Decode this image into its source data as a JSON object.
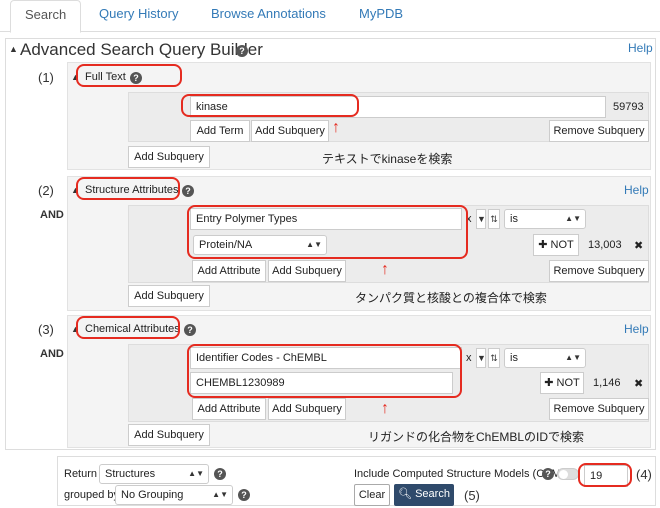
{
  "tabs": [
    "Search",
    "Query History",
    "Browse Annotations",
    "MyPDB"
  ],
  "builder": {
    "title": "Advanced Search Query Builder",
    "help": "Help"
  },
  "groups": [
    {
      "marker": "(1)",
      "title": "Full Text",
      "query_value": "kinase",
      "count": "59793",
      "buttons": [
        "Add Term",
        "Add Subquery",
        "Remove Subquery"
      ],
      "outer_button": "Add Subquery",
      "note": "テキストでkinaseを検索"
    },
    {
      "marker": "(2)",
      "operator": "AND",
      "title": "Structure Attributes",
      "help": "Help",
      "attribute": "Entry Polymer Types",
      "operator_select": "is",
      "value": "Protein/NA",
      "not_label": "NOT",
      "count": "13,003",
      "buttons": [
        "Add Attribute",
        "Add Subquery",
        "Remove Subquery"
      ],
      "outer_button": "Add Subquery",
      "note": "タンパク質と核酸との複合体で検索"
    },
    {
      "marker": "(3)",
      "operator": "AND",
      "title": "Chemical Attributes",
      "help": "Help",
      "attribute": "Identifier Codes - ChEMBL",
      "operator_select": "is",
      "value": "CHEMBL1230989",
      "not_label": "NOT",
      "count": "1,146",
      "buttons": [
        "Add Attribute",
        "Add Subquery",
        "Remove Subquery"
      ],
      "outer_button": "Add Subquery",
      "note": "リガンドの化合物をChEMBLのIDで検索"
    }
  ],
  "footer": {
    "return_label": "Return",
    "return_value": "Structures",
    "grouped_label": "grouped by",
    "grouped_value": "No Grouping",
    "csm_label": "Include Computed Structure Models (CSM)",
    "rows_value": "19",
    "marker4": "(4)",
    "clear": "Clear",
    "search": "Search",
    "marker5": "(5)"
  },
  "icons": {
    "help": "?",
    "remove": "✖",
    "plus": "✚",
    "caret": "▲",
    "clear_x": "x"
  }
}
